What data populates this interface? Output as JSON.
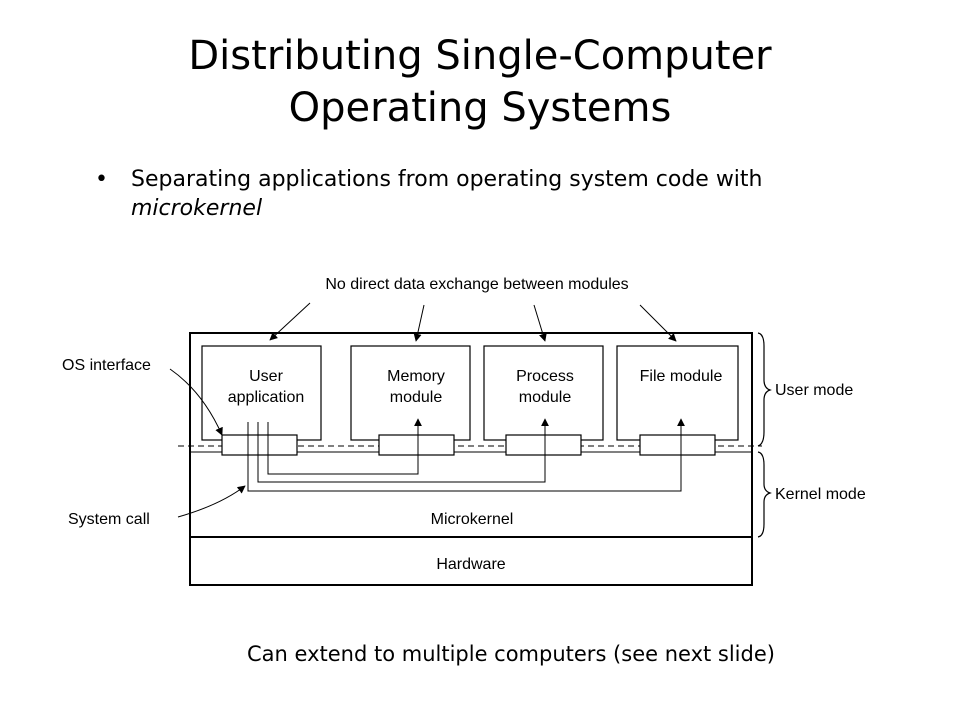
{
  "title": {
    "line1": "Distributing Single-Computer",
    "line2": "Operating Systems"
  },
  "bullet": {
    "symbol": "•",
    "text": "Separating applications from operating system code with ",
    "emphasis": "microkernel"
  },
  "diagram": {
    "top_label": "No direct data exchange between modules",
    "modules": [
      {
        "line1": "User",
        "line2": "application"
      },
      {
        "line1": "Memory",
        "line2": "module"
      },
      {
        "line1": "Process",
        "line2": "module"
      },
      {
        "line1": "File module",
        "line2": ""
      }
    ],
    "os_interface_label": "OS interface",
    "system_call_label": "System call",
    "microkernel_label": "Microkernel",
    "hardware_label": "Hardware",
    "user_mode_label": "User mode",
    "kernel_mode_label": "Kernel mode"
  },
  "footer": "Can extend to multiple computers (see next slide)"
}
